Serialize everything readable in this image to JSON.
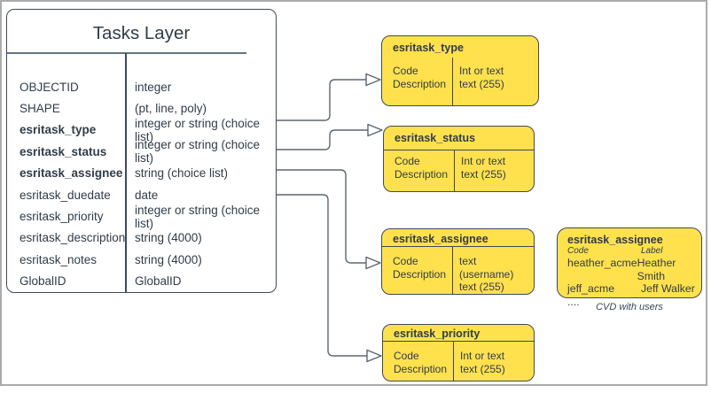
{
  "tasks_table": {
    "title": "Tasks Layer",
    "rows": [
      {
        "name": "OBJECTID",
        "type": "integer",
        "bold": false
      },
      {
        "name": "SHAPE",
        "type": "(pt, line, poly)",
        "bold": false
      },
      {
        "name": "esritask_type",
        "type": "integer or string (choice list)",
        "bold": true
      },
      {
        "name": "esritask_status",
        "type": "integer or string (choice list)",
        "bold": true
      },
      {
        "name": "esritask_assignee",
        "type": "string (choice list)",
        "bold": true
      },
      {
        "name": "esritask_duedate",
        "type": "date",
        "bold": false
      },
      {
        "name": "esritask_priority",
        "type": "integer or string (choice list)",
        "bold": false
      },
      {
        "name": "esritask_description",
        "type": "string (4000)",
        "bold": false
      },
      {
        "name": "esritask_notes",
        "type": "string (4000)",
        "bold": false
      },
      {
        "name": "GlobalID",
        "type": "GlobalID",
        "bold": false
      }
    ]
  },
  "choice_lists": [
    {
      "title": "esritask_type",
      "left": [
        "Code",
        "Description"
      ],
      "right": [
        "Int or text",
        "text (255)"
      ]
    },
    {
      "title": "esritask_status",
      "left": [
        "Code",
        "Description"
      ],
      "right": [
        "Int or text",
        "text (255)"
      ]
    },
    {
      "title": "esritask_assignee",
      "left": [
        "Code",
        "Description"
      ],
      "right": [
        "text (username)",
        "text (255)"
      ]
    },
    {
      "title": "esritask_priority",
      "left": [
        "Code",
        "Description"
      ],
      "right": [
        "Int or text",
        "text (255)"
      ]
    }
  ],
  "cvd_box": {
    "title": "esritask_assignee",
    "col_headers": [
      "Code",
      "Label"
    ],
    "rows": [
      {
        "code": "heather_acme",
        "label": "Heather Smith"
      },
      {
        "code": "jeff_acme",
        "label": "Jeff Walker"
      }
    ],
    "more": "....",
    "caption": "CVD with users"
  },
  "connections": [
    {
      "from": "esritask_type",
      "to": "esritask_type choice list"
    },
    {
      "from": "esritask_status",
      "to": "esritask_status choice list"
    },
    {
      "from": "esritask_assignee",
      "to": "esritask_assignee choice list"
    },
    {
      "from": "esritask_priority",
      "to": "esritask_priority choice list"
    }
  ],
  "colors": {
    "node_fill_yellow": "#FFE14D",
    "node_stroke": "#3E4A55",
    "text": "#303C49",
    "connector": "#5C6670",
    "frame": "#ABABAB",
    "background": "#FFFFFF"
  }
}
